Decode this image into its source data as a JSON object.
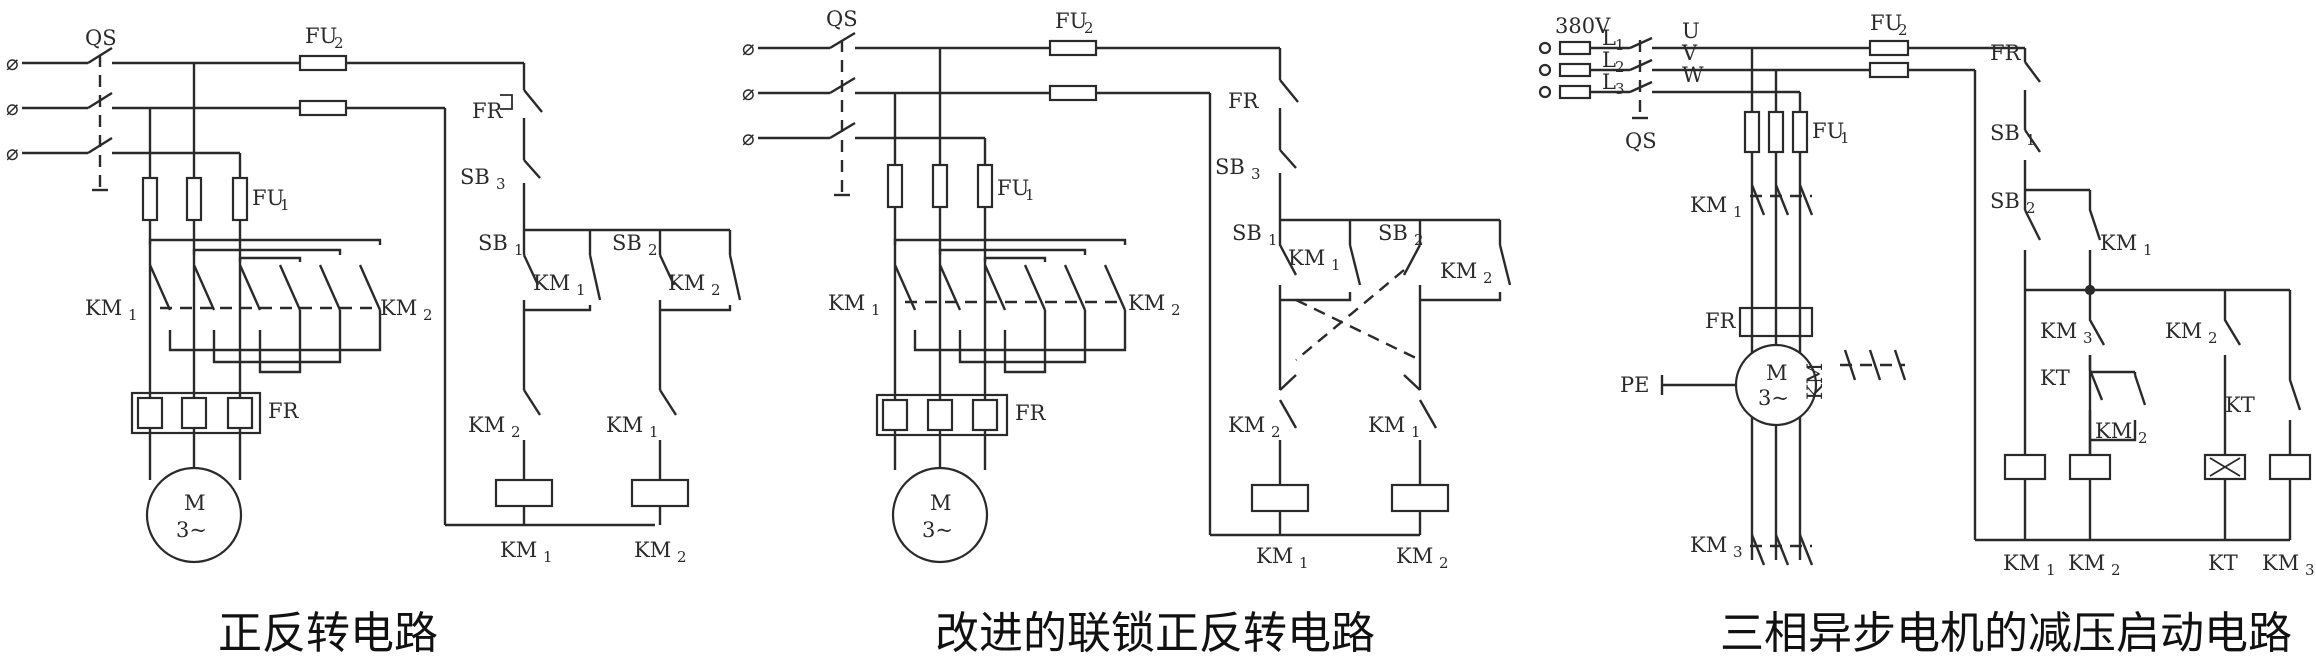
{
  "labels": {
    "qs": "QS",
    "fu1": "FU",
    "fu2": "FU",
    "sub1": "1",
    "sub2": "2",
    "sub3": "3",
    "fr": "FR",
    "km": "KM",
    "sb": "SB",
    "m": "M",
    "three": "3~",
    "v380": "380V",
    "l": "L",
    "u": "U",
    "v": "V",
    "w": "W",
    "pe": "PE",
    "kt": "KT",
    "phi": "⌀"
  },
  "captions": {
    "c1": "正反转电路",
    "c2": "改进的联锁正反转电路",
    "c3": "三相异步电机的减压启动电路"
  }
}
